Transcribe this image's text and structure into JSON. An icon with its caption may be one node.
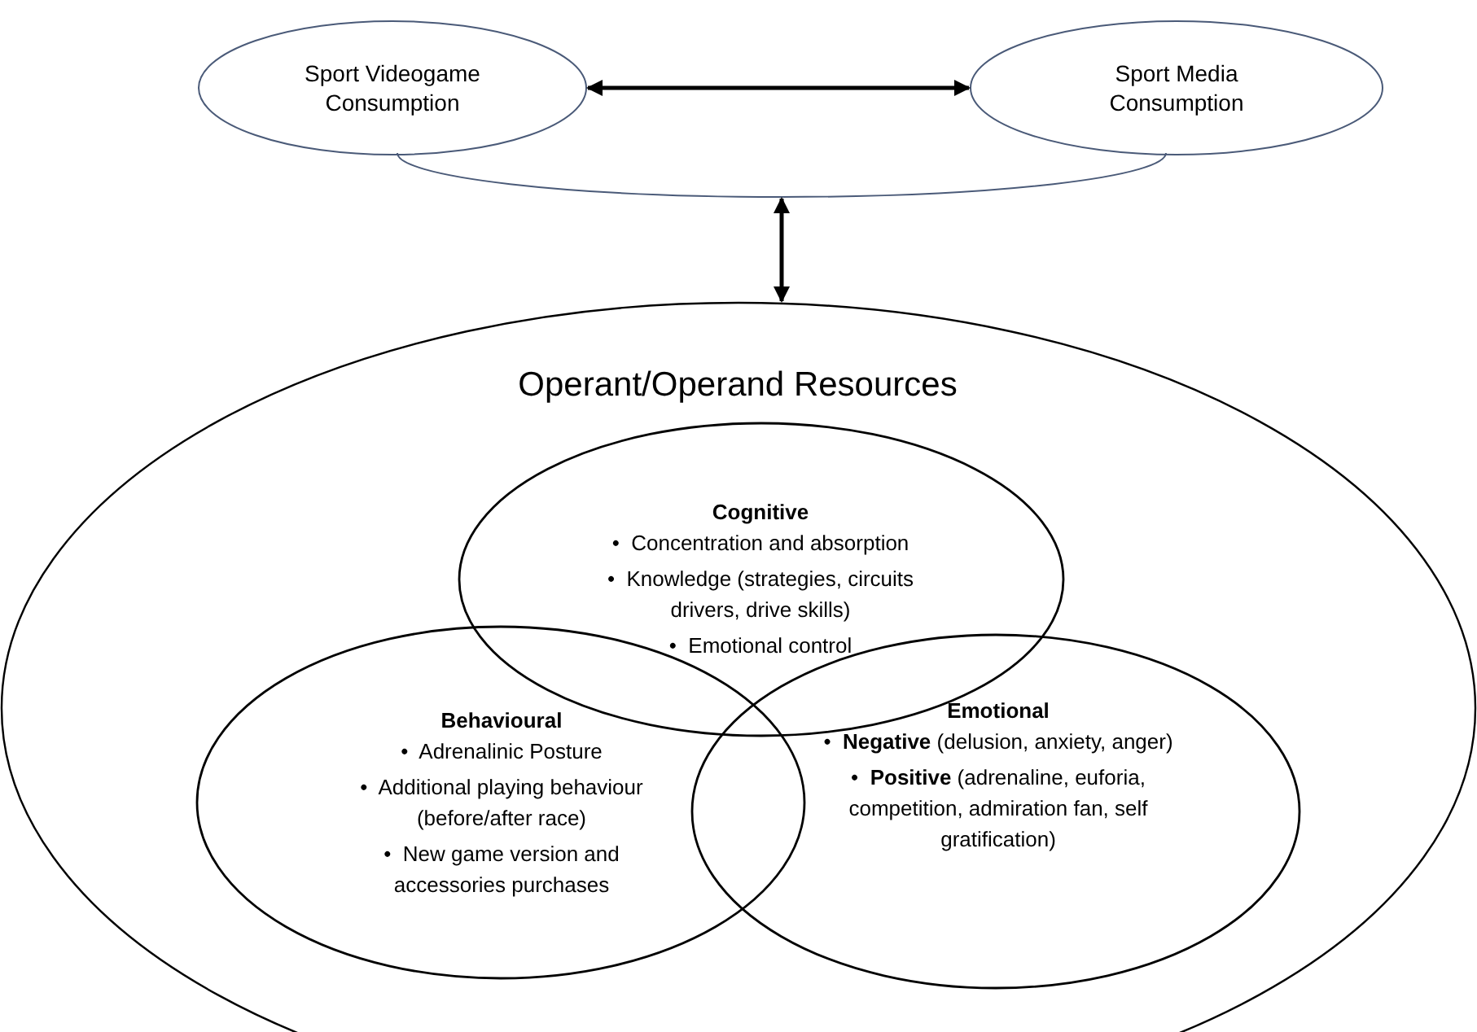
{
  "diagram": {
    "nodes": [
      {
        "text": [
          "Sport Videogame Consumption"
        ]
      },
      {
        "text": [
          "Sport Media Consumption"
        ]
      },
      {
        "text": [],
        "shape": "arc"
      },
      {
        "text": [
          "Operant/Operand Resources"
        ]
      },
      {
        "text": [
          "Cognitive",
          "•  Concentration and absorption",
          "•  Knowledge (strategies, circuits drivers, drive skills)",
          "•  Emotional control"
        ],
        "in": 3
      },
      {
        "text": [
          "Behavioural",
          "•  Adrenalinic Posture",
          "•  Additional playing behaviour (before/after race)",
          "•  New game version and accessories purchases"
        ],
        "in": 3
      },
      {
        "text": [
          "Emotional",
          "•  **Negative** (delusion, anxiety, anger)",
          "•  **Positive** (adrenaline, euforia, competition, admiration fan, self gratification)"
        ],
        "in": 3
      }
    ],
    "edges": [
      {
        "from": 0,
        "to": 1,
        "arrow": "both"
      },
      {
        "from": 2,
        "to": 3,
        "arrow": "both"
      }
    ]
  }
}
